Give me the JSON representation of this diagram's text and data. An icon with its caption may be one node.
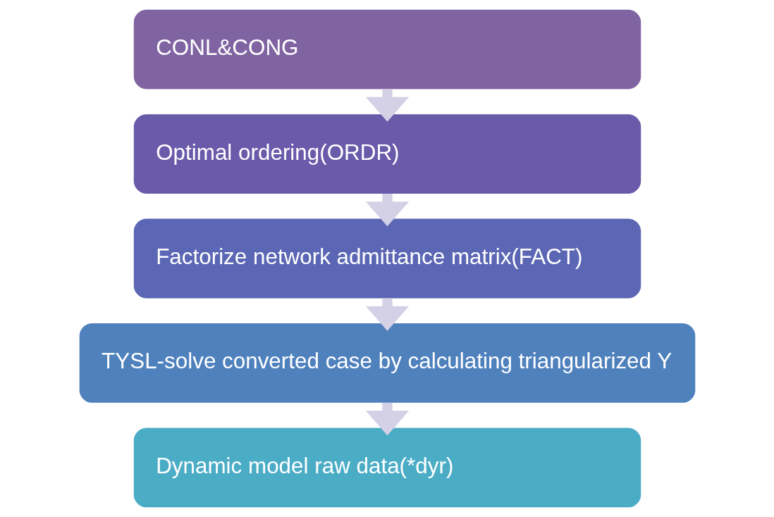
{
  "diagram": {
    "nodes": [
      {
        "text": [
          "CONL&CONG"
        ]
      },
      {
        "text": [
          "Optimal ordering(ORDR)"
        ]
      },
      {
        "text": [
          "Factorize network admittance matrix(FACT)"
        ]
      },
      {
        "text": [
          "TYSL-solve converted case by calculating triangularized Y"
        ]
      },
      {
        "text": [
          "Dynamic model raw data(*dyr)"
        ]
      }
    ],
    "edges": [
      {
        "from": 0,
        "to": 1,
        "arrow": "to"
      },
      {
        "from": 1,
        "to": 2,
        "arrow": "to"
      },
      {
        "from": 2,
        "to": 3,
        "arrow": "to"
      },
      {
        "from": 3,
        "to": 4,
        "arrow": "to"
      }
    ]
  }
}
